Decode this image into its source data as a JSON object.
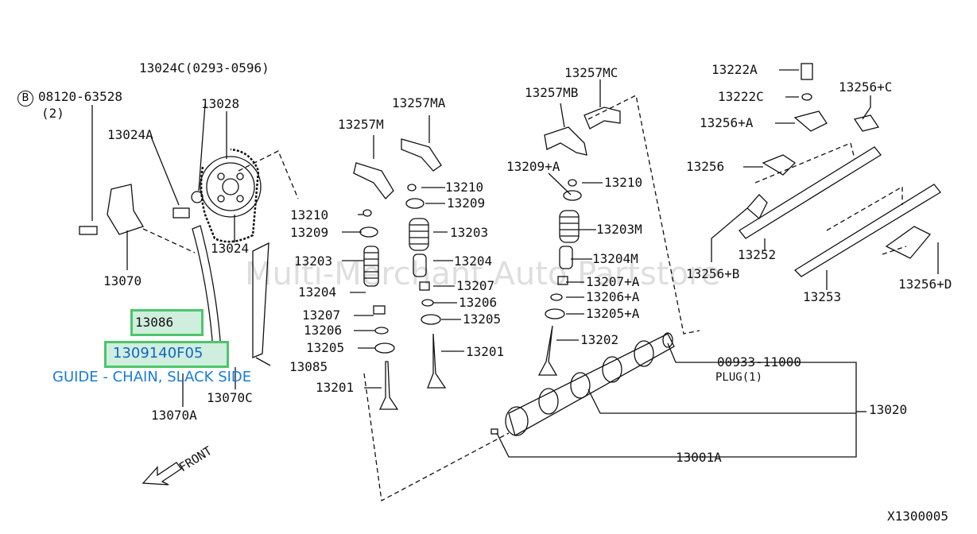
{
  "watermark": "Multi-Merchant Auto Partstore",
  "diagram_code": "X1300005",
  "front_label": "FRONT",
  "bolt_marker": "B",
  "bolt_part": "08120-63528",
  "bolt_qty": "(2)",
  "highlight": {
    "part_13086": "13086",
    "part_number": "1309140F05",
    "description": "GUIDE - CHAIN, SLACK SIDE"
  },
  "labels": {
    "p13024C": "13024C(0293-0596)",
    "p13028": "13028",
    "p13024A": "13024A",
    "p13070": "13070",
    "p13024": "13024",
    "p13085": "13085",
    "p13070C": "13070C",
    "p13070A": "13070A",
    "p13257MA": "13257MA",
    "p13257M": "13257M",
    "p13210a": "13210",
    "p13209a": "13209",
    "p13203a": "13203",
    "p13204a": "13204",
    "p13207a": "13207",
    "p13206a": "13206",
    "p13205a": "13205",
    "p13201a": "13201",
    "p13210b": "13210",
    "p13209b": "13209",
    "p13203b": "13203",
    "p13204b": "13204",
    "p13207b": "13207",
    "p13206b": "13206",
    "p13205b": "13205",
    "p13201b": "13201",
    "p13257MC": "13257MC",
    "p13257MB": "13257MB",
    "p13209A": "13209+A",
    "p13210c": "13210",
    "p13203M": "13203M",
    "p13204M": "13204M",
    "p13207A": "13207+A",
    "p13206A": "13206+A",
    "p13205A": "13205+A",
    "p13202": "13202",
    "p00933": "00933-11000",
    "plug": "PLUG(1)",
    "p13020": "13020",
    "p13001A": "13001A",
    "p13222A": "13222A",
    "p13222C": "13222C",
    "p13256C": "13256+C",
    "p13256A": "13256+A",
    "p13256": "13256",
    "p13252": "13252",
    "p13256B": "13256+B",
    "p13253": "13253",
    "p13256D": "13256+D"
  }
}
